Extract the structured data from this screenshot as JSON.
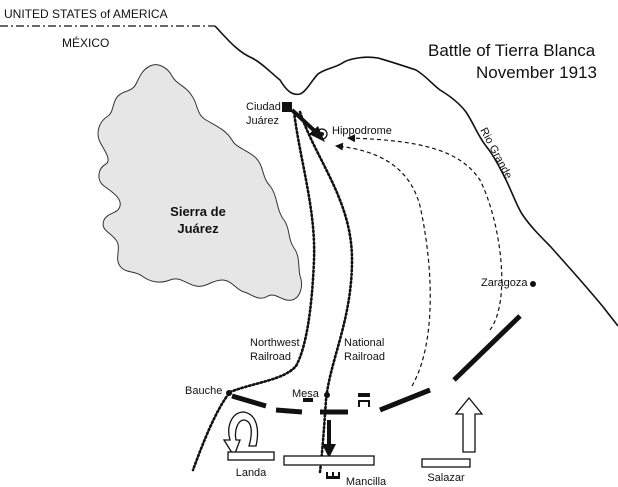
{
  "map": {
    "title_line1": "Battle of Tierra Blanca",
    "title_line2": "November 1913",
    "border_top_label": "UNITED STATES of AMERICA",
    "border_bottom_label": "MÉXICO",
    "sierra_line1": "Sierra de",
    "sierra_line2": "Juárez",
    "river_label": "Rio Grande",
    "places": {
      "ciudad_juarez_line1": "Ciudad",
      "ciudad_juarez_line2": "Juárez",
      "hippodrome": "Hippodrome",
      "zaragoza": "Zaragoza",
      "bauche": "Bauche",
      "mesa": "Mesa"
    },
    "railroads": {
      "northwest_line1": "Northwest",
      "northwest_line2": "Railroad",
      "national_line1": "National",
      "national_line2": "Railroad"
    },
    "units": {
      "landa": "Landa",
      "mancilla": "Mancilla",
      "salazar": "Salazar"
    },
    "colors": {
      "sierra_fill": "#e6e6e6",
      "ink": "#111111"
    }
  }
}
